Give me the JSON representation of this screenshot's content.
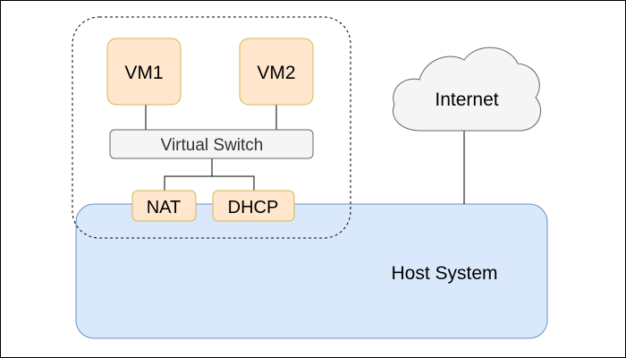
{
  "diagram": {
    "vm1": {
      "label": "VM1"
    },
    "vm2": {
      "label": "VM2"
    },
    "virtual_switch": {
      "label": "Virtual Switch"
    },
    "nat": {
      "label": "NAT"
    },
    "dhcp": {
      "label": "DHCP"
    },
    "internet": {
      "label": "Internet"
    },
    "host_system": {
      "label": "Host System"
    }
  },
  "colors": {
    "vm_fill": "#ffe6cc",
    "vm_stroke": "#d6b656",
    "switch_fill": "#f5f5f5",
    "switch_stroke": "#666666",
    "host_fill": "#dae8fc",
    "host_stroke": "#6c8ebf",
    "cloud_fill": "#f5f5f5",
    "cloud_stroke": "#666666"
  }
}
